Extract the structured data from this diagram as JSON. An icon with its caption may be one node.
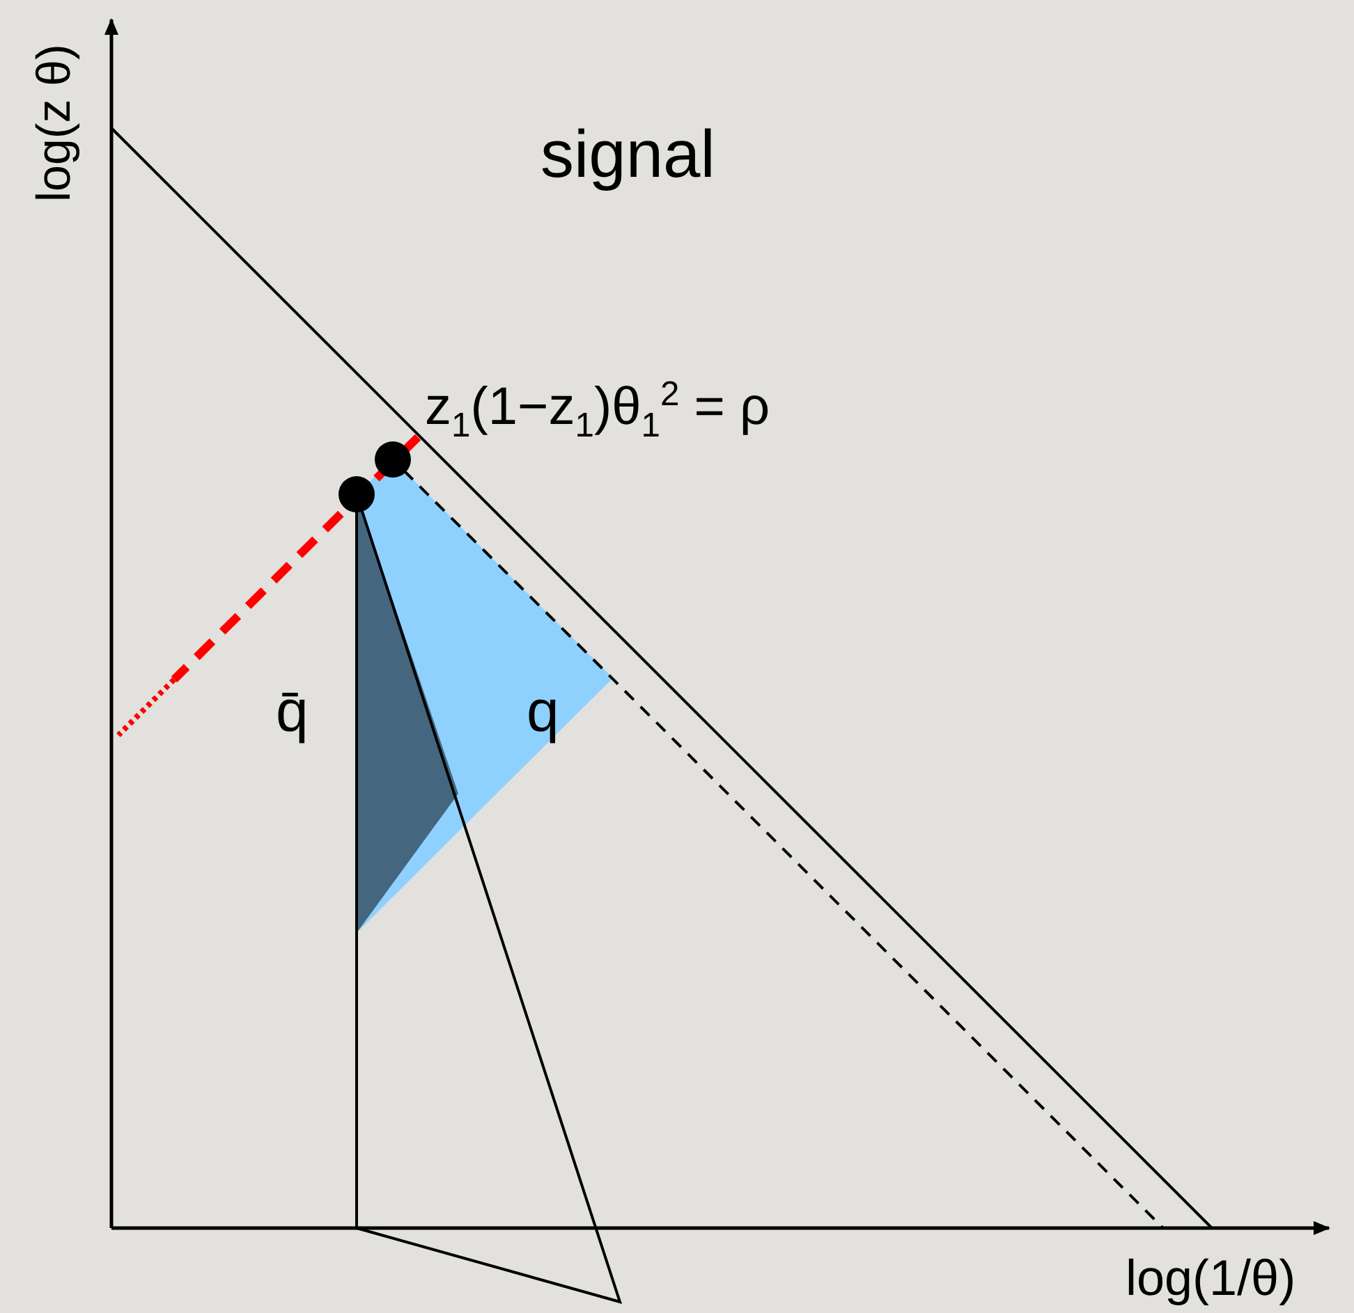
{
  "diagram": {
    "labels": [
      "log(z θ)",
      "signal",
      "z$_{1}$(1−z$_{1}$)θ$_{1}$$^{2}$ = ρ",
      "q̄",
      "q",
      "log(1/θ)"
    ]
  }
}
